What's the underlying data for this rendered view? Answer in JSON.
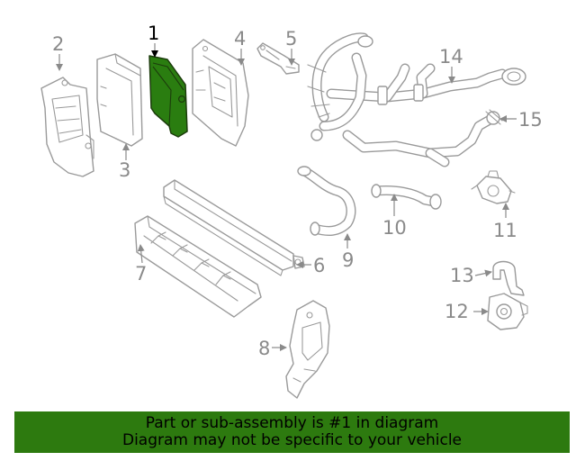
{
  "diagram": {
    "callouts": [
      "1",
      "2",
      "3",
      "4",
      "5",
      "6",
      "7",
      "8",
      "9",
      "10",
      "11",
      "12",
      "13",
      "14",
      "15"
    ],
    "highlighted_callout": "1",
    "highlight_color": "#2d7a0f",
    "line_color": "#9a9a9a"
  },
  "banner": {
    "line1": "Part or sub-assembly is #1 in diagram",
    "line2": "Diagram may not be specific to your vehicle"
  }
}
